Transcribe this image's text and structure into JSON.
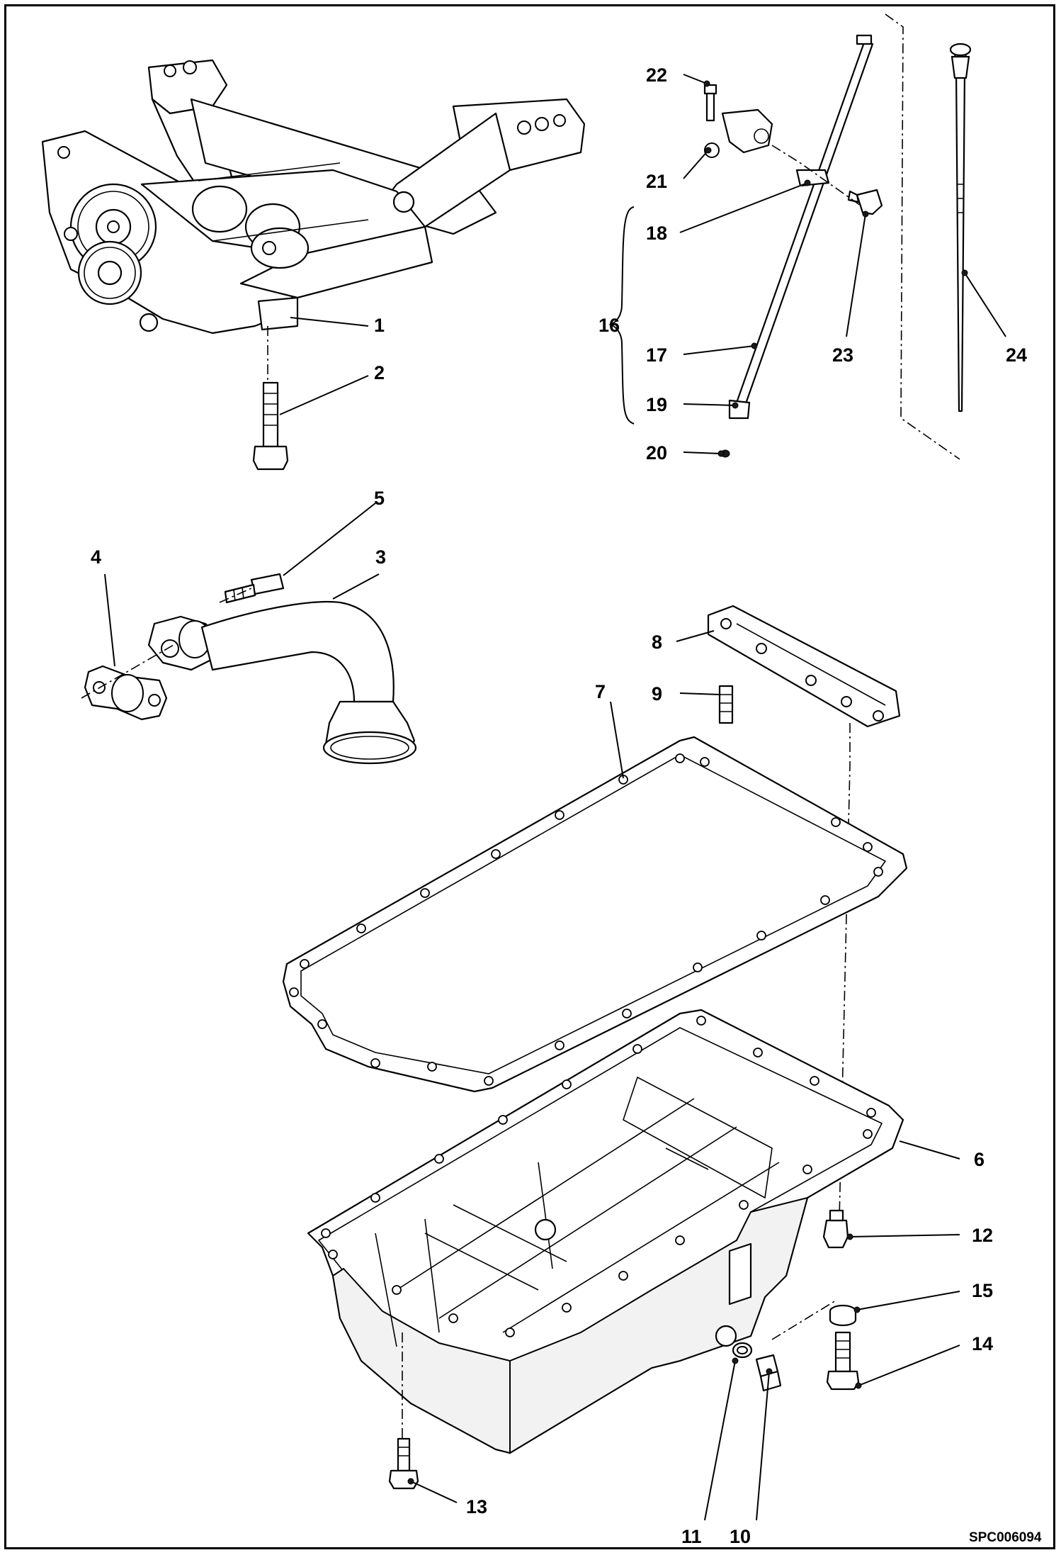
{
  "diagram": {
    "drawing_code": "SPC006094",
    "callouts": [
      {
        "id": "c1",
        "label": "1"
      },
      {
        "id": "c2",
        "label": "2"
      },
      {
        "id": "c3",
        "label": "3"
      },
      {
        "id": "c4",
        "label": "4"
      },
      {
        "id": "c5",
        "label": "5"
      },
      {
        "id": "c6",
        "label": "6"
      },
      {
        "id": "c7",
        "label": "7"
      },
      {
        "id": "c8",
        "label": "8"
      },
      {
        "id": "c9",
        "label": "9"
      },
      {
        "id": "c10",
        "label": "10"
      },
      {
        "id": "c11",
        "label": "11"
      },
      {
        "id": "c12",
        "label": "12"
      },
      {
        "id": "c13",
        "label": "13"
      },
      {
        "id": "c14",
        "label": "14"
      },
      {
        "id": "c15",
        "label": "15"
      },
      {
        "id": "c16",
        "label": "16"
      },
      {
        "id": "c17",
        "label": "17"
      },
      {
        "id": "c18",
        "label": "18"
      },
      {
        "id": "c19",
        "label": "19"
      },
      {
        "id": "c20",
        "label": "20"
      },
      {
        "id": "c21",
        "label": "21"
      },
      {
        "id": "c22",
        "label": "22"
      },
      {
        "id": "c23",
        "label": "23"
      },
      {
        "id": "c24",
        "label": "24"
      }
    ]
  }
}
